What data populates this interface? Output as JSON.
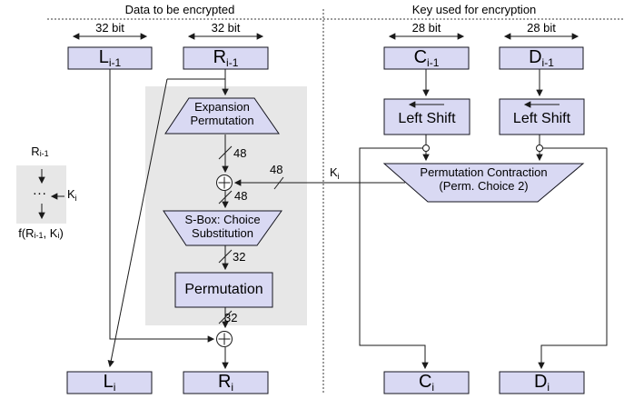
{
  "colors": {
    "block_fill": "#d9d9f3",
    "block_border": "#15151f",
    "panel_gray": "#e7e7e7",
    "wire": "#1a1a1a",
    "background": "#ffffff"
  },
  "headers": {
    "left": "Data to be encrypted",
    "right": "Key used for encryption"
  },
  "bus_widths": {
    "l": "32 bit",
    "r": "32 bit",
    "c": "28 bit",
    "d": "28 bit"
  },
  "registers": {
    "l_prev": {
      "base": "L",
      "sub": "i-1"
    },
    "r_prev": {
      "base": "R",
      "sub": "i-1"
    },
    "c_prev": {
      "base": "C",
      "sub": "i-1"
    },
    "d_prev": {
      "base": "D",
      "sub": "i-1"
    },
    "l_next": {
      "base": "L",
      "sub": "i"
    },
    "r_next": {
      "base": "R",
      "sub": "i"
    },
    "c_next": {
      "base": "C",
      "sub": "i"
    },
    "d_next": {
      "base": "D",
      "sub": "i"
    }
  },
  "blocks": {
    "expansion": {
      "line1": "Expansion",
      "line2": "Permutation"
    },
    "sbox": {
      "line1": "S-Box: Choice",
      "line2": "Substitution"
    },
    "permutation": {
      "label": "Permutation"
    },
    "left_shift_c": {
      "label": "Left Shift"
    },
    "left_shift_d": {
      "label": "Left Shift"
    },
    "perm_contraction": {
      "line1": "Permutation Contraction",
      "line2": "(Perm. Choice 2)"
    }
  },
  "wire_labels": {
    "after_expansion": "48",
    "key_bus": "48",
    "after_xor": "48",
    "after_sbox": "32",
    "after_permutation": "32",
    "key": {
      "base": "K",
      "sub": "i"
    }
  },
  "legend": {
    "input": {
      "base": "R",
      "sub": "i-1"
    },
    "dots": "...",
    "key": {
      "base": "K",
      "sub": "i"
    },
    "output": {
      "p1": "f(R",
      "s1": "i-1",
      "p2": ", K",
      "s2": "i",
      "p3": ")"
    }
  }
}
